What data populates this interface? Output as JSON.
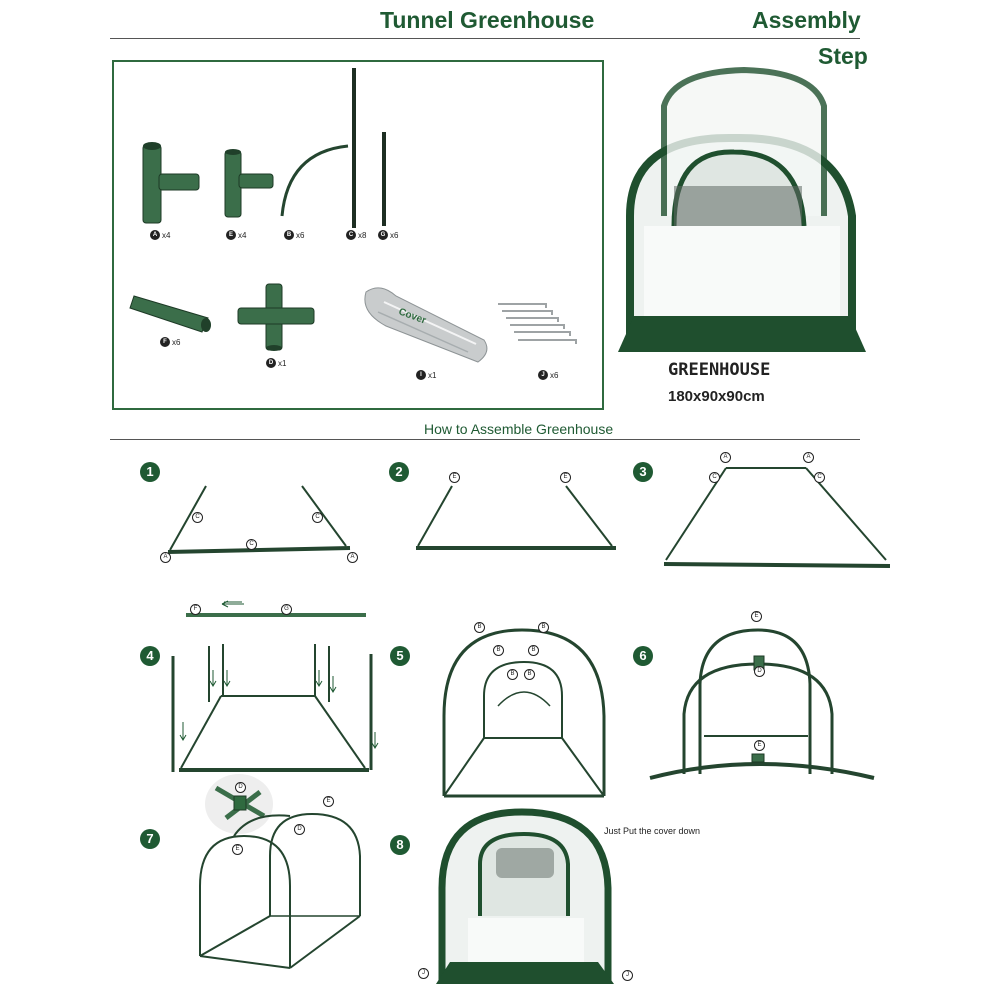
{
  "header": {
    "title": "Tunnel Greenhouse",
    "right_title_line1": "Assembly",
    "right_title_line2": "Step"
  },
  "parts": [
    {
      "letter": "A",
      "qty": "x4"
    },
    {
      "letter": "E",
      "qty": "x4"
    },
    {
      "letter": "B",
      "qty": "x6"
    },
    {
      "letter": "C",
      "qty": "x8"
    },
    {
      "letter": "G",
      "qty": "x6"
    },
    {
      "letter": "F",
      "qty": "x6"
    },
    {
      "letter": "D",
      "qty": "x1"
    },
    {
      "letter": "I",
      "qty": "x1"
    },
    {
      "letter": "J",
      "qty": "x6"
    }
  ],
  "cover_text": "Cover",
  "product": {
    "name": "GREENHOUSE",
    "size": "180x90x90cm"
  },
  "section_title": "How to Assemble Greenhouse",
  "steps": [
    "1",
    "2",
    "3",
    "4",
    "5",
    "6",
    "7",
    "8"
  ],
  "step8_note": "Just Put the cover down",
  "tags": {
    "s1": [
      "C",
      "C",
      "C",
      "A",
      "A"
    ],
    "s2": [
      "E",
      "E"
    ],
    "s3": [
      "A",
      "A",
      "C",
      "C"
    ],
    "s4": [
      "F",
      "G"
    ],
    "s5": [
      "B",
      "B",
      "B",
      "B",
      "B",
      "B"
    ],
    "s6": [
      "E",
      "D",
      "E"
    ],
    "s7": [
      "D",
      "E",
      "D",
      "E"
    ],
    "s8": [
      "J",
      "J"
    ]
  },
  "colors": {
    "green": "#1f5a33",
    "frame": "#2f6a3f",
    "pole": "#24452f"
  }
}
